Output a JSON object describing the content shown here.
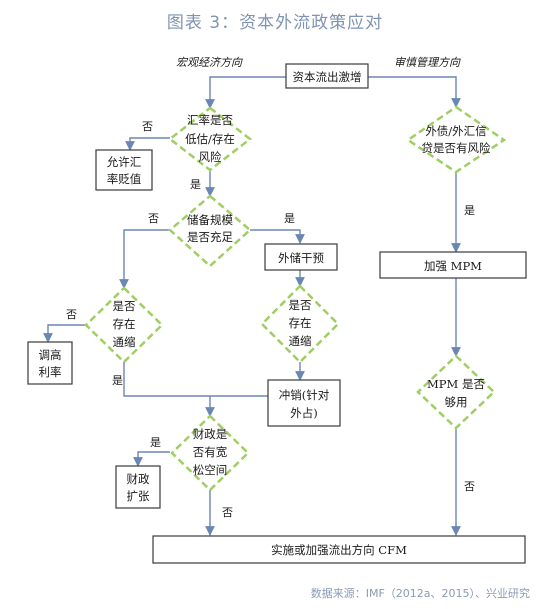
{
  "title": "图表 3：资本外流政策应对",
  "source": "数据来源：IMF（2012a、2015）、兴业研究",
  "branches": {
    "left": "宏观经济方向",
    "right": "审慎管理方向"
  },
  "nodes": {
    "start": "资本流出激增",
    "q_fx": [
      "汇率是否",
      "低估/存在",
      "风险"
    ],
    "allow_fx": [
      "允许汇",
      "率贬值"
    ],
    "q_reserve": [
      "储备规模",
      "是否充足"
    ],
    "fx_intervention": "外储干预",
    "q_tight_left": [
      "是否",
      "存在",
      "通缩"
    ],
    "raise_rate": [
      "调高",
      "利率"
    ],
    "q_tight_right": [
      "是否",
      "存在",
      "通缩"
    ],
    "sterilize": [
      "冲销(针对",
      "外占)"
    ],
    "q_fiscal": [
      "财政是",
      "否有宽",
      "松空间"
    ],
    "fiscal_expand": [
      "财政",
      "扩张"
    ],
    "q_debt": [
      "外债/外汇信",
      "贷是否有风险"
    ],
    "strengthen_mpm": "加强 MPM",
    "q_mpm": [
      "MPM 是否",
      "够用"
    ],
    "cfm": "实施或加强流出方向 CFM"
  },
  "edge_labels": {
    "fx_no": "否",
    "fx_yes": "是",
    "res_no": "否",
    "res_yes": "是",
    "tl_no": "否",
    "tl_yes": "是",
    "fiscal_yes": "是",
    "fiscal_no": "否",
    "debt_yes": "是",
    "mpm_no": "否"
  }
}
